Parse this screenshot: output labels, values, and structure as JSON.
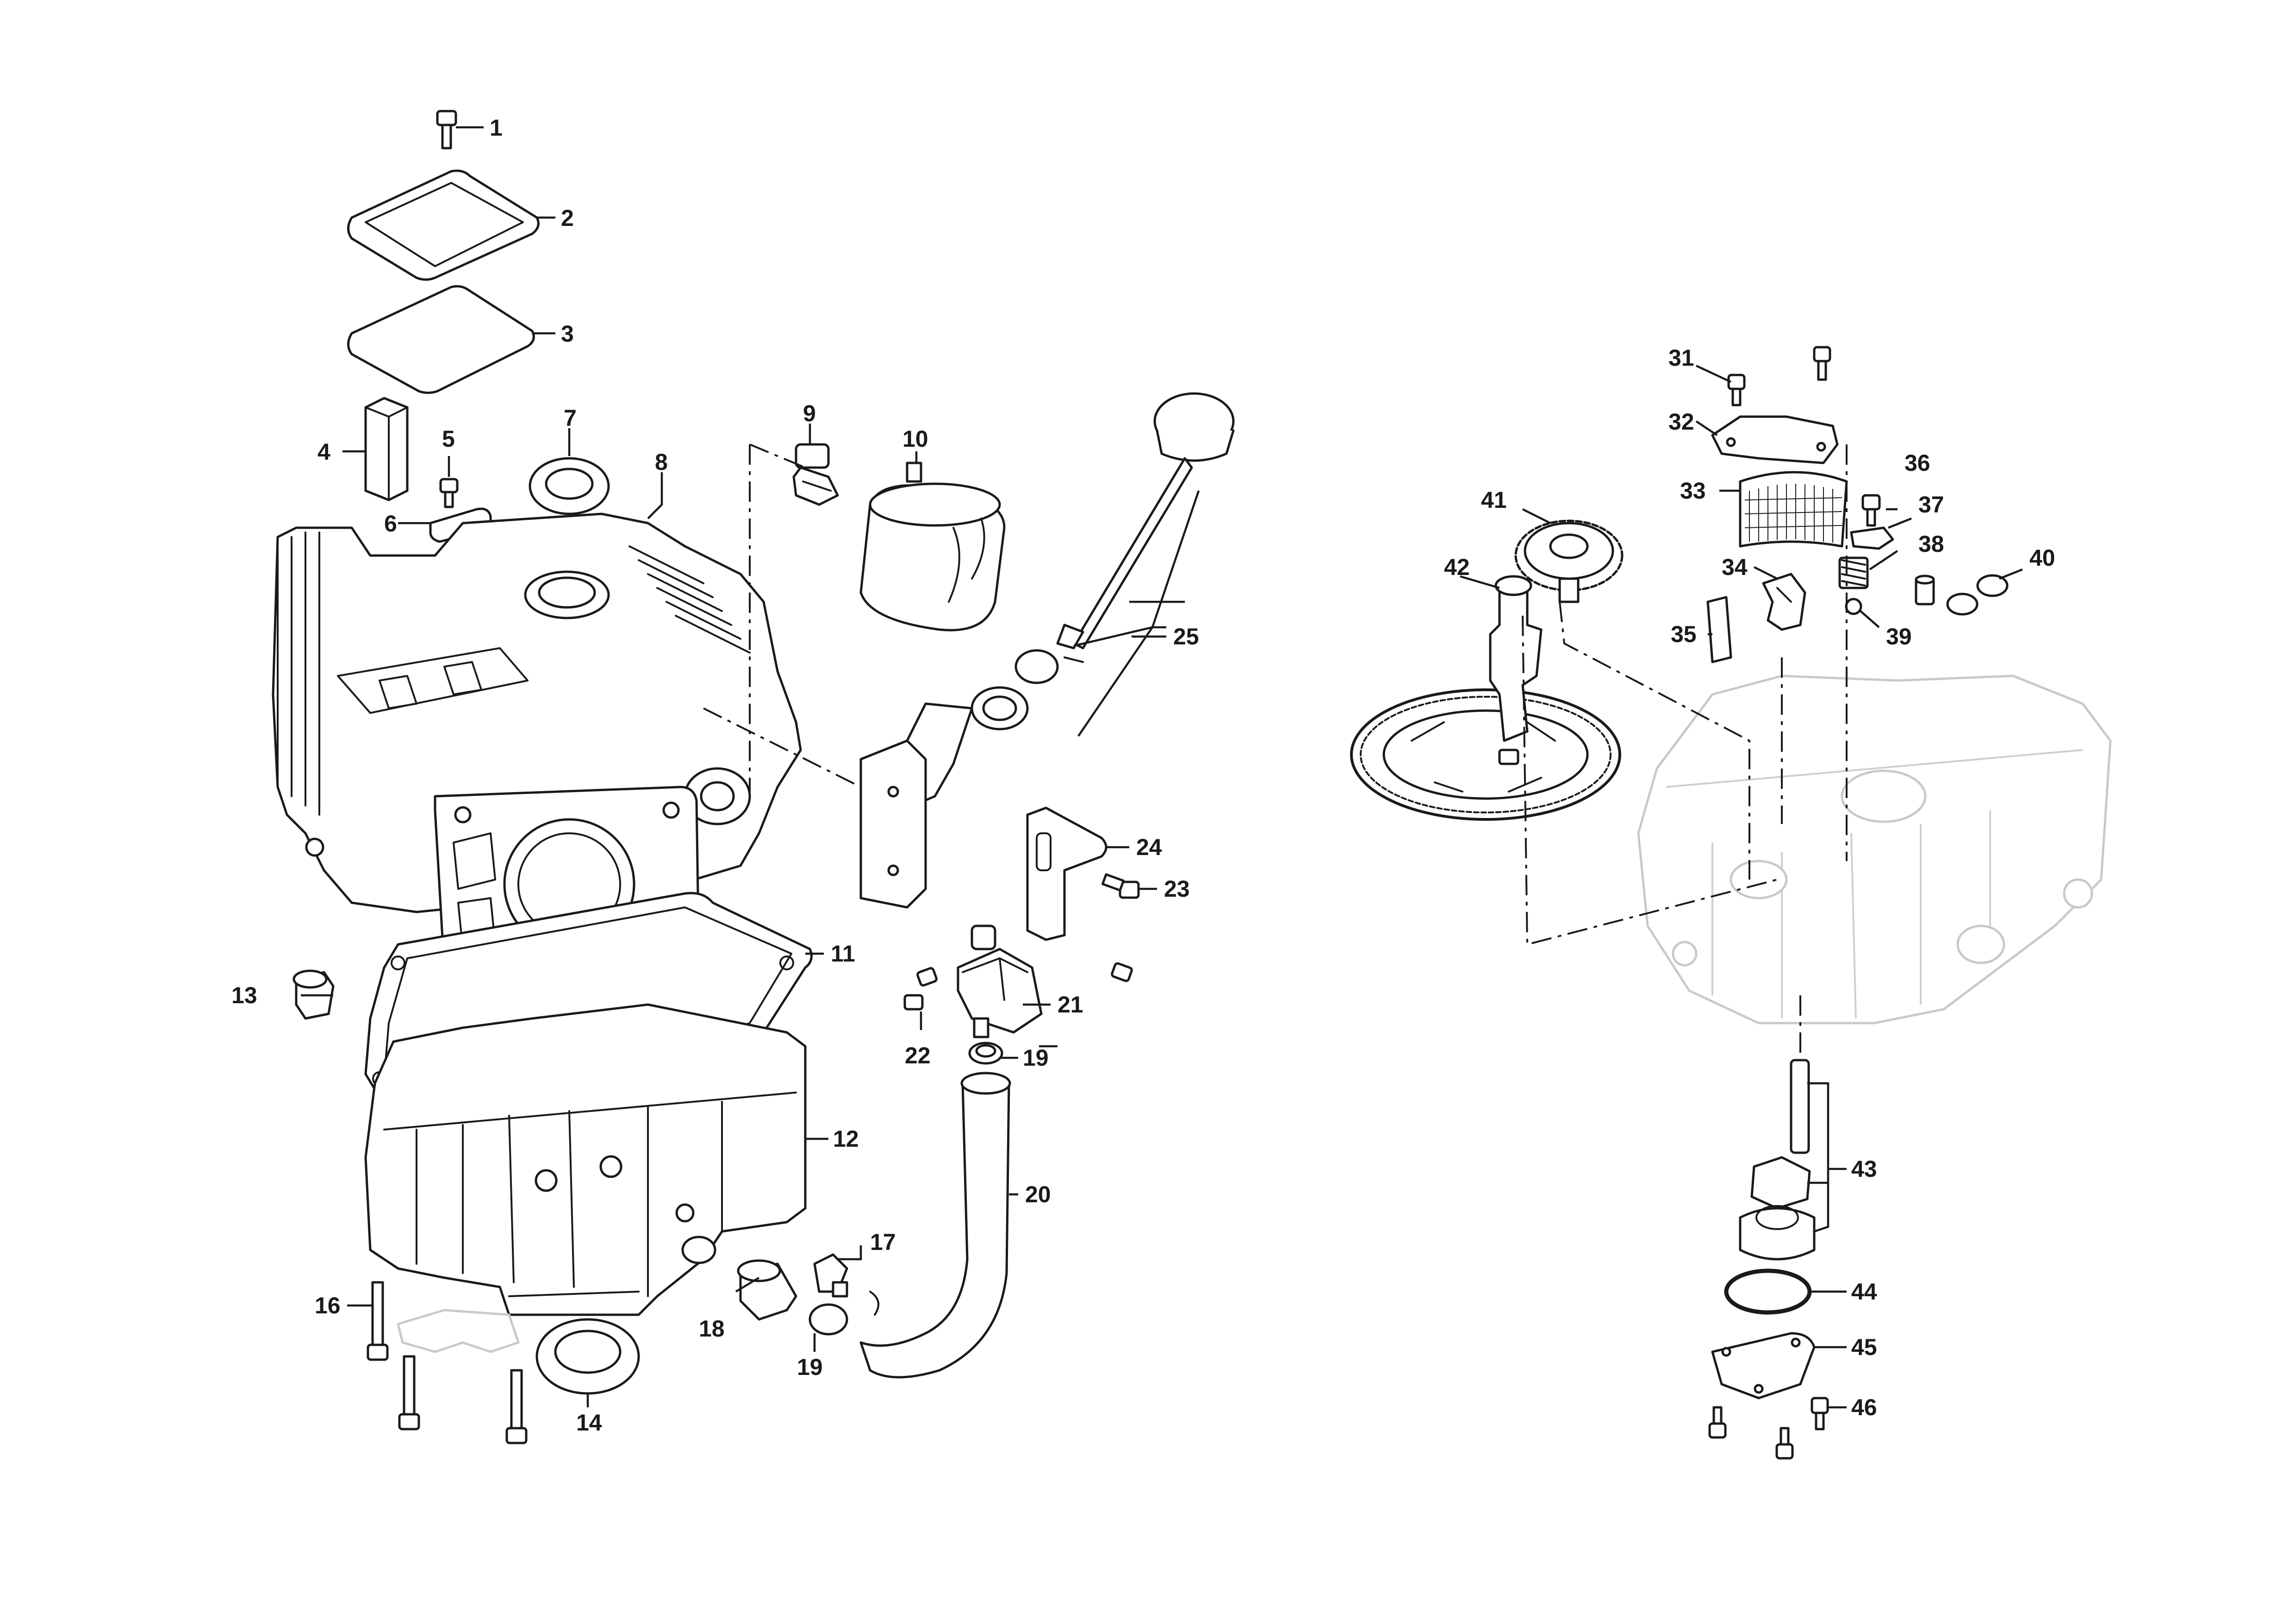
{
  "diagram": {
    "callouts": [
      "1",
      "2",
      "3",
      "4",
      "5",
      "6",
      "7",
      "8",
      "9",
      "10",
      "11",
      "12",
      "13",
      "14",
      "16",
      "17",
      "18",
      "19",
      "19",
      "20",
      "21",
      "22",
      "23",
      "24",
      "25",
      "31",
      "32",
      "33",
      "34",
      "35",
      "36",
      "37",
      "38",
      "39",
      "40",
      "41",
      "42",
      "43",
      "44",
      "45",
      "46"
    ]
  }
}
